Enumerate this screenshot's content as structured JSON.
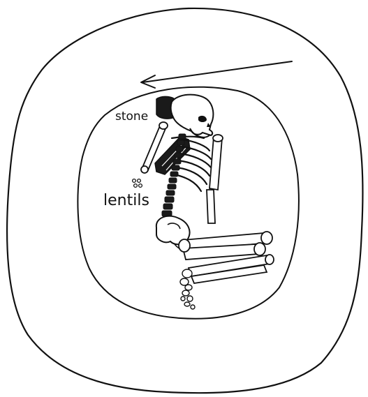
{
  "labels": {
    "stone": "stone",
    "lentils": "lentils"
  },
  "colors": {
    "ink": "#111111",
    "paper": "#ffffff",
    "stone_fill": "#1a1a1a"
  },
  "elements": {
    "orientation_arrow": "arrow-pointing-left",
    "outer_pit": "rounded-outer-pit-outline",
    "inner_pit": "inner-grave-cut-outline",
    "skeleton": "flexed-human-skeleton",
    "stone_marker": "black-stone",
    "lentil_marker": "lentil-seeds-cluster"
  }
}
